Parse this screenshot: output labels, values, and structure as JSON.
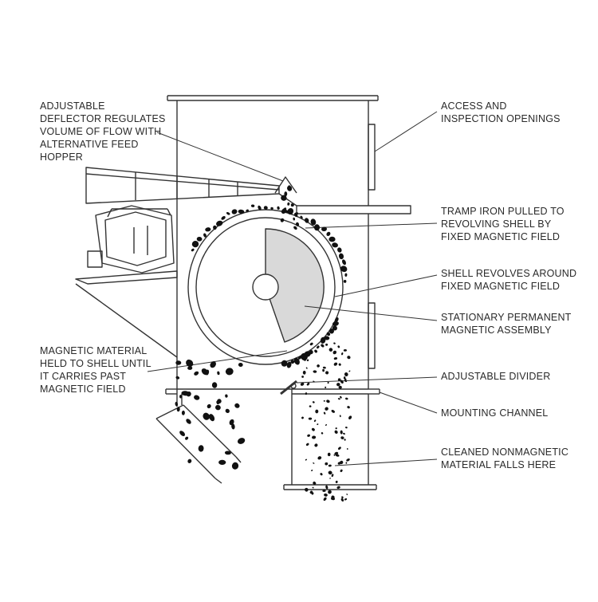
{
  "colors": {
    "line": "#333333",
    "magnet_fill": "#d9d9d9",
    "particle": "#111111",
    "text": "#2a2a2a"
  },
  "labels": {
    "deflector": [
      "ADJUSTABLE",
      "DEFLECTOR REGULATES",
      "VOLUME OF FLOW WITH",
      "ALTERNATIVE FEED",
      "HOPPER"
    ],
    "access": [
      "ACCESS AND",
      "INSPECTION OPENINGS"
    ],
    "tramp": [
      "TRAMP IRON PULLED TO",
      "REVOLVING SHELL BY",
      "FIXED MAGNETIC FIELD"
    ],
    "shell": [
      "SHELL REVOLVES AROUND",
      "FIXED MAGNETIC FIELD"
    ],
    "stationary": [
      "STATIONARY PERMANENT",
      "MAGNETIC ASSEMBLY"
    ],
    "magnetic_material": [
      "MAGNETIC MATERIAL",
      "HELD TO SHELL UNTIL",
      "IT CARRIES PAST",
      "MAGNETIC FIELD"
    ],
    "divider": [
      "ADJUSTABLE DIVIDER"
    ],
    "mounting": [
      "MOUNTING CHANNEL"
    ],
    "cleaned": [
      "CLEANED NONMAGNETIC",
      "MATERIAL FALLS HERE"
    ]
  }
}
